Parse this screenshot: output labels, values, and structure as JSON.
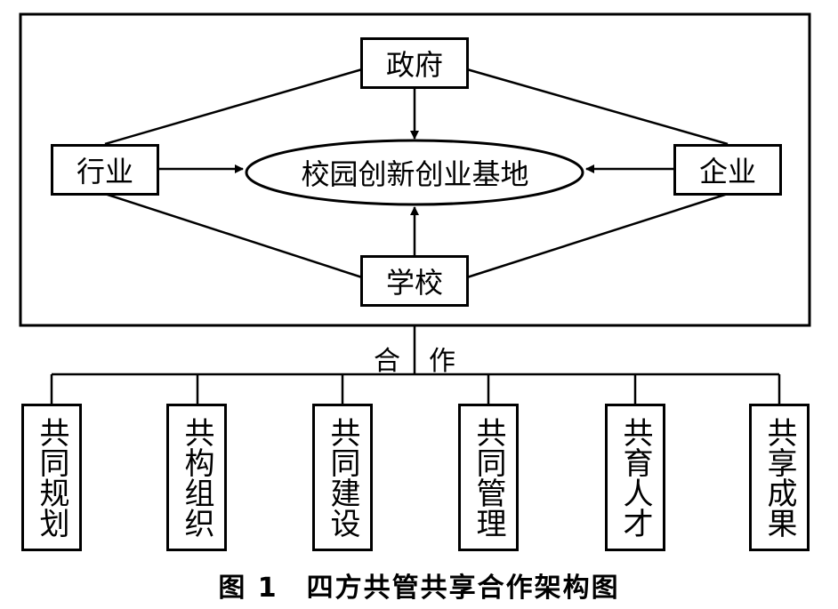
{
  "center_label": "校园创新创业基地",
  "nodes": {
    "government": "政府",
    "industry": "行业",
    "enterprise": "企业",
    "school": "学校"
  },
  "cooperation": {
    "char1": "合",
    "char2": "作"
  },
  "outcomes": [
    {
      "label": "共同规划"
    },
    {
      "label": "共构组织"
    },
    {
      "label": "共同建设"
    },
    {
      "label": "共同管理"
    },
    {
      "label": "共育人才"
    },
    {
      "label": "共享成果"
    }
  ],
  "caption": "图 1　四方共管共享合作架构图"
}
